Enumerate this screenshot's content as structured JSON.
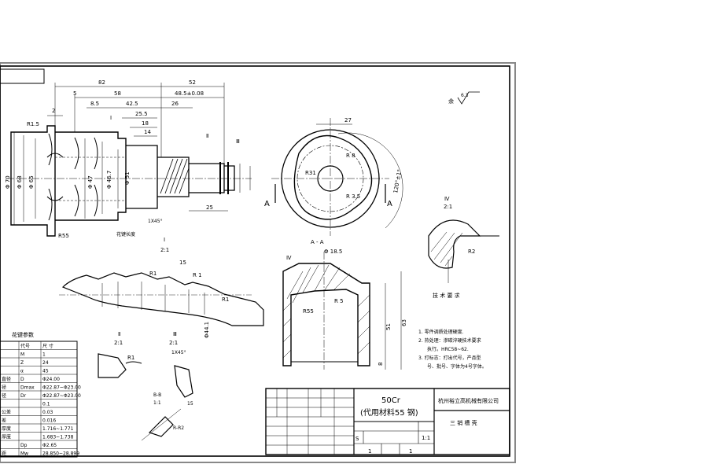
{
  "drawing": {
    "material": "50Cr",
    "material_note": "(代用材料55 钢)",
    "company": "杭州裕立高机械有限公司",
    "part_name": "三 销 槽 壳",
    "scale": "1:1",
    "sheet_mark": "S",
    "quantity": "1",
    "sheets": "1",
    "roughness_note": "余",
    "roughness_value": "6.3"
  },
  "section_labels": {
    "section_aa": "A - A",
    "cut_a_left": "A",
    "cut_a_right": "A",
    "detail_iv_top": "Ⅳ",
    "detail_iv_scale": "2:1",
    "detail_i": "Ⅰ",
    "detail_i_scale": "2:1",
    "detail_ii": "Ⅱ",
    "detail_ii_scale": "2:1",
    "detail_iii": "Ⅲ",
    "detail_iii_scale": "2:1",
    "detail_bb": "B-B",
    "detail_bb_scale": "1:1",
    "marker_i": "Ⅰ",
    "marker_ii": "Ⅱ",
    "marker_iii": "Ⅲ",
    "marker_iv": "Ⅳ"
  },
  "dimensions": {
    "d82": "82",
    "d52": "52",
    "d2": "2",
    "d5": "5",
    "d58": "58",
    "d485": "48.5±0.08",
    "d85": "8.5",
    "d425": "42.5",
    "d26": "26",
    "d255": "25.5",
    "d18": "18",
    "d14": "14",
    "d25": "25",
    "r15": "R1.5",
    "r55": "R55",
    "phi70": "Φ 70",
    "phi68": "Φ 68",
    "phi65": "Φ 65",
    "phi47": "Φ 47",
    "phi467": "Φ 46.7",
    "phi51": "Φ 51",
    "d27": "27",
    "r31": "R31",
    "r8": "R 8",
    "r35": "R 3.5",
    "a120": "120°±1°",
    "phi185": "Φ 18.5",
    "r5": "R 5",
    "r55b": "R55",
    "d51": "51",
    "d63": "63",
    "d8": "8",
    "r1": "R1",
    "r2": "R2",
    "r1b": "R 1",
    "phi441": "Φ44.1",
    "chamfer": "1X45°",
    "chamfer2": "1X45°",
    "d15": "15",
    "d15b": "15",
    "r82": "R-R2",
    "hua": "花键长度"
  },
  "spline_table": {
    "title": "花键参数",
    "header": [
      "",
      "代号",
      "尺 寸"
    ],
    "rows": [
      [
        "",
        "M",
        "1"
      ],
      [
        "",
        "Z",
        "24"
      ],
      [
        "",
        "α",
        "45"
      ],
      [
        "直径",
        "D",
        "Φ24.00"
      ],
      [
        "径",
        "Dmax",
        "Φ22.87~Φ23.00"
      ],
      [
        "径",
        "Dr",
        "Φ22.87~Φ23.00"
      ],
      [
        "",
        "",
        "0.1"
      ],
      [
        "公差",
        "",
        "0.03"
      ],
      [
        "差",
        "",
        "0.016"
      ],
      [
        "厚度",
        "",
        "1.716~1.771"
      ],
      [
        "厚度",
        "",
        "1.683~1.738"
      ],
      [
        "",
        "Dp",
        "Φ2.65"
      ],
      [
        "距",
        "Mw",
        "28.850~28.899"
      ]
    ]
  },
  "tech_req": {
    "title": "技 术 要 求",
    "items": [
      "1. 零件调质处理硬度.",
      "2. 热处理：渗碳淬硬技术要求",
      "执行。HRC58~62.",
      "3. 打标志：打出代号，产品型",
      "号、批号、字体为4号字体。"
    ]
  }
}
